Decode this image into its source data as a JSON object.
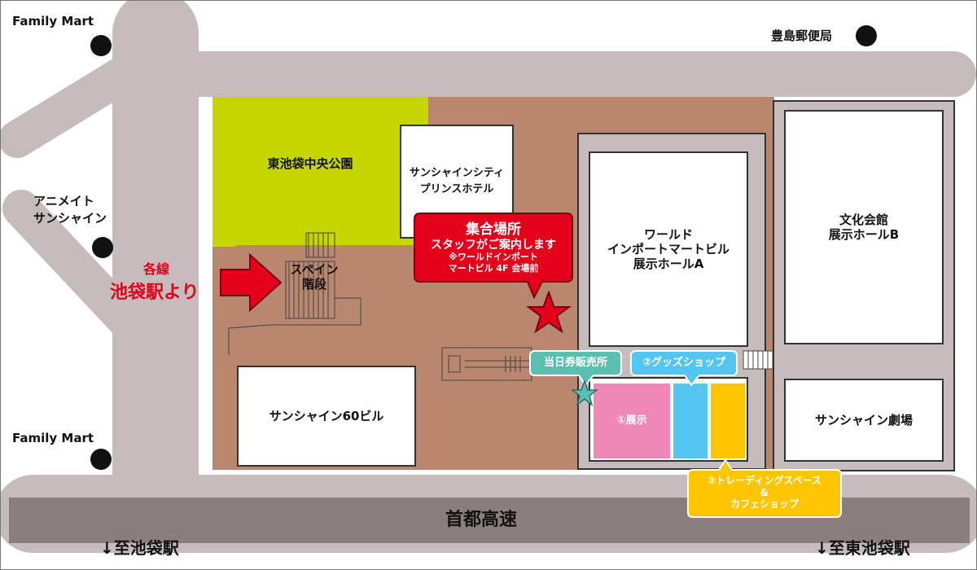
{
  "landmarks": {
    "family_mart_top": "Family Mart",
    "family_mart_bottom": "Family Mart",
    "post_office": "豊島郵便局",
    "animate_line1": "アニメイト",
    "animate_line2": "サンシャイン"
  },
  "route": {
    "lines_label": "各線",
    "from_station": "池袋駅より"
  },
  "areas": {
    "park": "東池袋中央公園",
    "hotel_line1": "サンシャインシティ",
    "hotel_line2": "プリンスホテル",
    "spain_stairs_line1": "スペイン",
    "spain_stairs_line2": "階段",
    "sunshine60": "サンシャイン60ビル",
    "world_import_line1": "ワールド",
    "world_import_line2": "インポートマートビル",
    "world_import_line3": "展示ホールA",
    "bunka_kaikan_line1": "文化会館",
    "bunka_kaikan_line2": "展示ホールB",
    "sunshine_theater": "サンシャイン劇場"
  },
  "meeting_point": {
    "title": "集合場所",
    "line1": "スタッフがご案内します",
    "line2": "※ワールドインポート",
    "line3": "マートビル 4F 会場前"
  },
  "venue": {
    "ticket_booth": "当日券販売所",
    "goods_shop": "②グッズショップ",
    "exhibition": "①展示",
    "trading_line1": "③トレーディングスペース",
    "trading_line2": "&",
    "trading_line3": "カフェショップ"
  },
  "roads": {
    "expressway": "首都高速",
    "to_ikebukuro": "↓至池袋駅",
    "to_higashi_ikebukuro": "↓至東池袋駅"
  },
  "colors": {
    "road": "#c6bcbb",
    "expressway": "#8a7f7c",
    "block": "#b98670",
    "park": "#c6d600",
    "meeting": "#e4001b",
    "ticket": "#5bbfb0",
    "goods": "#52c6f0",
    "exhibition": "#ef88b6",
    "trading": "#ffc600"
  },
  "icons": {
    "arrow": "red-arrow-icon",
    "star_meeting": "star-icon",
    "star_ticket": "star-icon"
  }
}
